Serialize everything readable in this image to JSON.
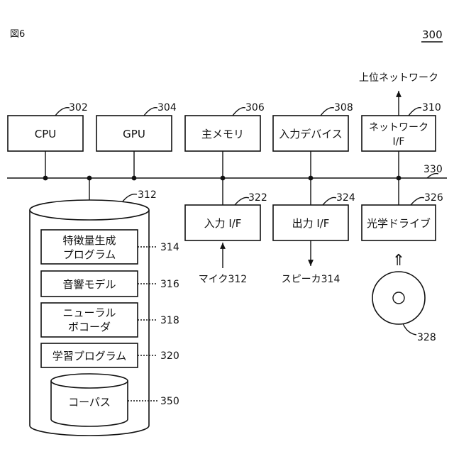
{
  "figure_label": "図6",
  "system_ref": "300",
  "bus_ref": "330",
  "network_label": "上位ネットワーク",
  "components": {
    "cpu": {
      "label": "CPU",
      "ref": "302"
    },
    "gpu": {
      "label": "GPU",
      "ref": "304"
    },
    "main_memory": {
      "label": "主メモリ",
      "ref": "306"
    },
    "input_device": {
      "label": "入力デバイス",
      "ref": "308"
    },
    "network_if": {
      "label_line1": "ネットワーク",
      "label_line2": "I/F",
      "ref": "310"
    },
    "input_if": {
      "label": "入力 I/F",
      "ref": "322"
    },
    "output_if": {
      "label": "出力 I/F",
      "ref": "324"
    },
    "optical_drive": {
      "label": "光学ドライブ",
      "ref": "326"
    }
  },
  "storage": {
    "ref": "312",
    "items": {
      "feature_program": {
        "line1": "特徴量生成",
        "line2": "プログラム",
        "ref": "314"
      },
      "acoustic_model": {
        "label": "音響モデル",
        "ref": "316"
      },
      "neural_vocoder": {
        "line1": "ニューラル",
        "line2": "ボコーダ",
        "ref": "318"
      },
      "learning_program": {
        "label": "学習プログラム",
        "ref": "320"
      },
      "corpus": {
        "label": "コーパス",
        "ref": "350"
      }
    }
  },
  "peripherals": {
    "microphone": "マイク312",
    "speaker": "スピーカ314",
    "disc_ref": "328",
    "insert_arrow": "⇑"
  }
}
